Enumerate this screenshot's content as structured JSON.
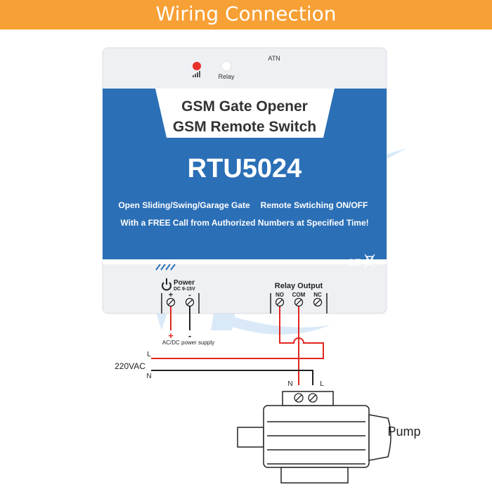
{
  "header": {
    "title": "Wiring Connection"
  },
  "device": {
    "indicator_relay": "Relay",
    "antenna_label": "ATN",
    "headline_line1": "GSM Gate Opener",
    "headline_line2": "GSM Remote Switch",
    "model": "RTU5024",
    "desc_line1_left": "Open Sliding/Swing/Garage Gate",
    "desc_line1_right": "Remote Swtiching ON/OFF",
    "desc_line2": "With a FREE Call from Authorized Numbers at Specified Time!",
    "certification": "CE"
  },
  "power_terminal": {
    "title": "Power",
    "subtitle": "DC 9-15V",
    "plus": "+",
    "minus": "-",
    "plus_below": "+",
    "minus_below": "-",
    "supply_label": "AC/DC power supply"
  },
  "relay_terminal": {
    "title": "Relay Output",
    "pins": [
      "NO",
      "COM",
      "NC"
    ]
  },
  "mains": {
    "label": "220VAC",
    "line": "L",
    "neutral": "N"
  },
  "pump": {
    "label": "Pump",
    "terminal_n": "N",
    "terminal_l": "L"
  },
  "colors": {
    "banner": "#f7a035",
    "device_blue": "#2b6fb6",
    "device_body": "#eef0f3",
    "wire_red": "#e0261f",
    "wire_black": "#222222"
  }
}
